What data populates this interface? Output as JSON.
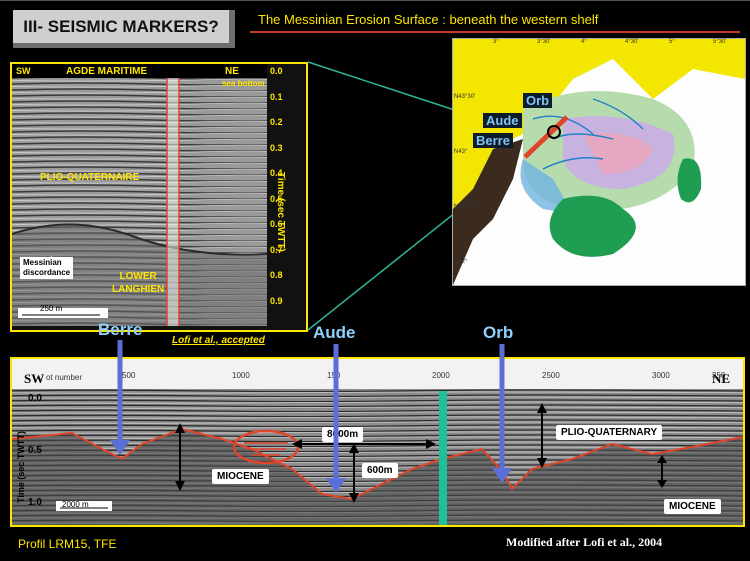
{
  "slide": {
    "title": "III- SEISMIC MARKERS?",
    "subtitle": "The Messinian Erosion Surface : beneath the western shelf",
    "footer_left": "Profil LRM15, TFE",
    "footer_right": "Modified after Lofi et al., 2004"
  },
  "left_panel": {
    "sw": "SW",
    "ne": "NE",
    "place": "AGDE MARITIME",
    "sea_bottom": "sea bottom",
    "time_ticks": [
      "0.0",
      "0.1",
      "0.2",
      "0.3",
      "0.4",
      "0.5",
      "0.6",
      "0.7",
      "0.8",
      "0.9"
    ],
    "time_axis_label": "Time (sec TWTT)",
    "plio_label": "PLIO-QUATERNAIRE",
    "messinian_label_1": "Messinian",
    "messinian_label_2": "discordance",
    "lower_label_1": "LOWER",
    "lower_label_2": "LANGHIEN",
    "scale_label": "250 m",
    "citation": "Lofi et al., accepted"
  },
  "map": {
    "orb": "Orb",
    "aude": "Aude",
    "berre": "Berre",
    "lon_ticks": [
      "3°",
      "3°30'",
      "4°",
      "4°30'",
      "5°",
      "5°30'"
    ],
    "lat_ticks": [
      "N43°30'",
      "N43°",
      "N42°30'",
      "N42°"
    ]
  },
  "arrows": {
    "berre": "Berre",
    "aude": "Aude",
    "orb": "Orb"
  },
  "bottom_panel": {
    "sw": "SW",
    "ne": "NE",
    "shot_label": "ot number",
    "x_ticks": [
      "500",
      "1000",
      "150",
      "2000",
      "2500",
      "3000",
      "350"
    ],
    "y_ticks": [
      "0.0",
      "0.5",
      "1.0"
    ],
    "time_axis_label": "Time (sec TWTT)",
    "width_label": "8000m",
    "depth_label": "600m",
    "miocene_left": "MIOCENE",
    "miocene_right": "MIOCENE",
    "plio_label": "PLIO-QUATERNARY",
    "scale_label": "2000 m"
  },
  "colors": {
    "accent_yellow": "#ffe600",
    "arrow_blue": "#5b6fd6",
    "label_blue": "#8fd0ff",
    "erosion_red": "#e0452b"
  }
}
